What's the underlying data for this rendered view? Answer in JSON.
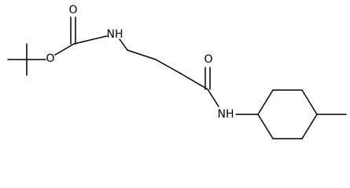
{
  "atoms": {
    "carbamate_oxygen": "O",
    "ester_oxygen": "O",
    "carbamate_nitrogen": "NH",
    "amide_oxygen": "O",
    "amide_nitrogen": "NH"
  },
  "colors": {
    "bond": "#000000",
    "label": "#000000",
    "background": "#ffffff"
  }
}
